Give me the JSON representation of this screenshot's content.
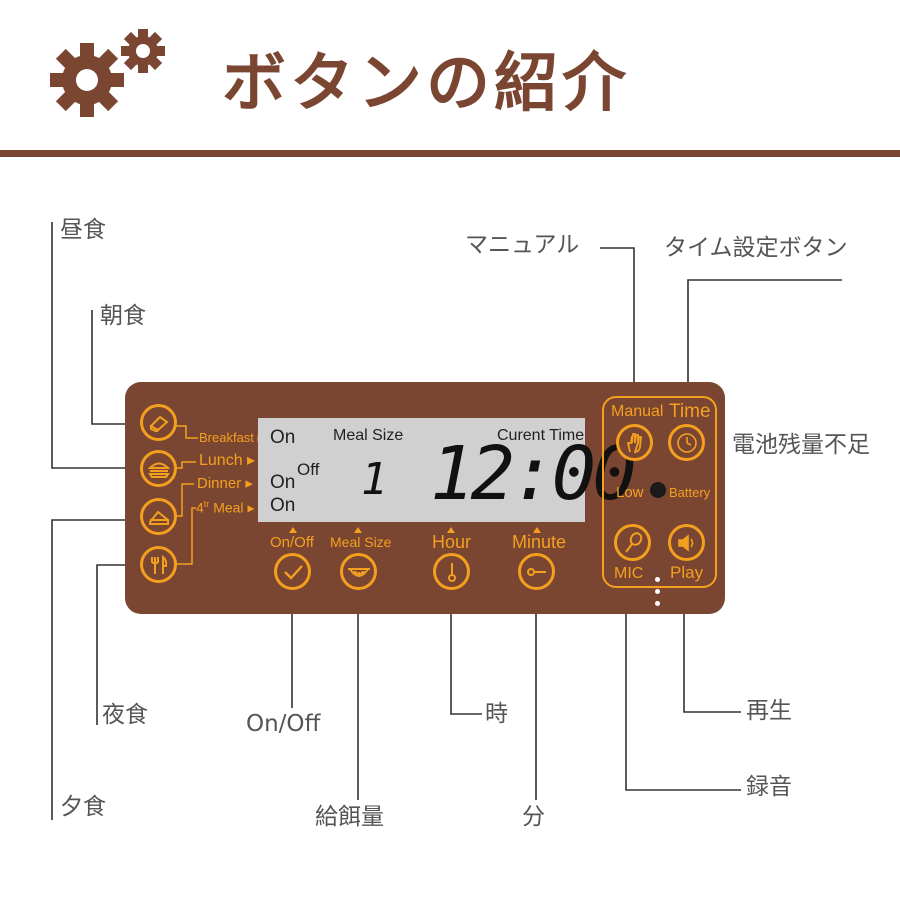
{
  "header": {
    "title": "ボタンの紹介",
    "gear_icon": "gears-icon"
  },
  "callouts": {
    "lunch_jp": "昼食",
    "breakfast_jp": "朝食",
    "midnight_jp": "夜食",
    "dinner_jp": "夕食",
    "manual_jp": "マニュアル",
    "time_set_jp": "タイム設定ボタン",
    "low_battery_jp": "電池残量不足",
    "play_jp": "再生",
    "record_jp": "録音",
    "onoff": "On/Off",
    "meal_size_jp": "給餌量",
    "hour_jp": "時",
    "minute_jp": "分"
  },
  "panel": {
    "meals": {
      "breakfast": "Breakfast",
      "lunch": "Lunch",
      "dinner": "Dinner",
      "fourth_meal": "Meal",
      "fourth_prefix": "4",
      "fourth_sup": "tr",
      "arrow": "▸"
    },
    "lcd": {
      "on_top": "On",
      "on_mid": "On",
      "off": "Off",
      "on_bottom": "On",
      "meal_size": "Meal Size",
      "current_time": "Curent Time",
      "meal_digit": "1",
      "time": "12:00"
    },
    "buttons": {
      "onoff": "On/Off",
      "meal_size": "Meal Size",
      "hour": "Hour",
      "minute": "Minute",
      "manual": "Manual",
      "time": "Time",
      "mic": "MIC",
      "play": "Play",
      "low": "Low",
      "battery": "Battery"
    }
  },
  "colors": {
    "brown": "#7a4632",
    "accent": "#f4a01e",
    "lcd": "#d0d0d0"
  }
}
